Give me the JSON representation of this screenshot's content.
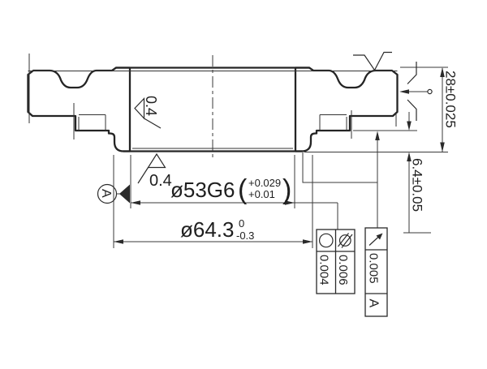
{
  "drawing": {
    "bore_dim": {
      "label": "ø53G6",
      "open_paren": "(",
      "close_paren": ")",
      "upper": "+0.029",
      "lower": "+0.01"
    },
    "outer_dim": {
      "label": "ø64.3",
      "upper": "0",
      "lower": "-0.3"
    },
    "width_dim": {
      "label": "28±0.025"
    },
    "step_dim": {
      "label": "6.4±0.05"
    },
    "roughness_wall": {
      "value": "0.4"
    },
    "roughness_face": {
      "value": "0.4"
    },
    "datum": {
      "label": "A"
    },
    "fcf": {
      "circularity": {
        "value": "0.004"
      },
      "cylindricity": {
        "value": "0.006"
      },
      "runout": {
        "value": "0.005",
        "datum_ref": "A"
      }
    }
  }
}
